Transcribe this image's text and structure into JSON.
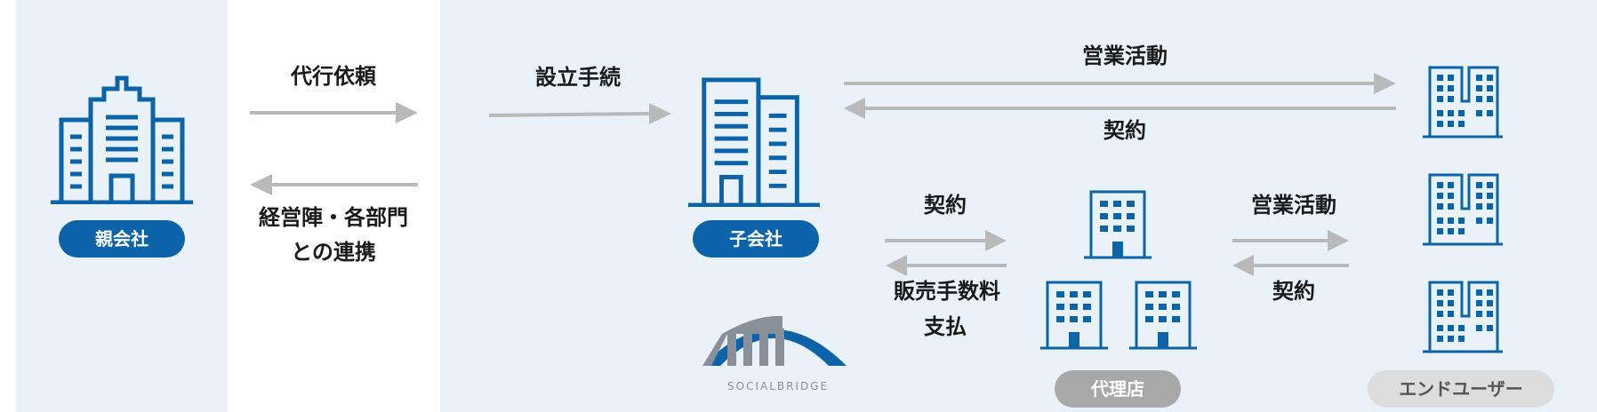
{
  "labels": {
    "request": "代行依頼",
    "cooperation_line1": "経営陣・各部門",
    "cooperation_line2": "との連携",
    "setup": "設立手続",
    "sales_top": "営業活動",
    "contract_top": "契約",
    "contract_mid": "契約",
    "commission_line1": "販売手数料",
    "commission_line2": "支払",
    "sales_right": "営業活動",
    "contract_right": "契約"
  },
  "entities": {
    "parent": "親会社",
    "subsidiary": "子会社",
    "agency": "代理店",
    "end_user": "エンドユーザー"
  },
  "logo": {
    "text": "SOCIALBRIDGE"
  },
  "colors": {
    "panel_bg": "#e9f1f9",
    "icon_blue": "#0c63a8",
    "arrow_grey": "#b9b9b9",
    "pill_blue": "#0c63a8",
    "pill_grey": "#a8a8a8",
    "pill_lightgrey": "#dddddd"
  }
}
